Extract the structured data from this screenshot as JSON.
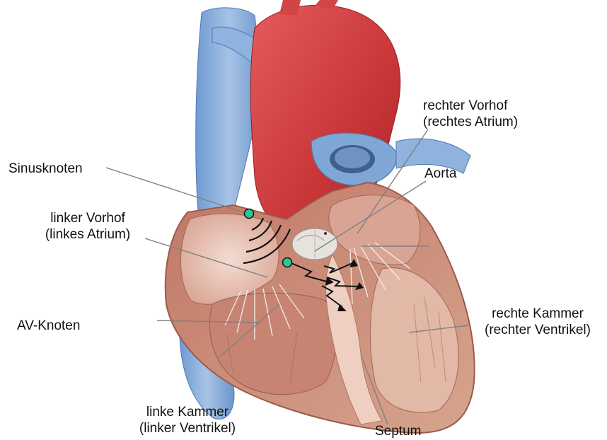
{
  "labels": {
    "right_atrium": [
      "rechter Vorhof",
      "(rechtes Atrium)"
    ],
    "sinus_node": "Sinusknoten",
    "aorta": "Aorta",
    "left_atrium": [
      "linker Vorhof",
      "(linkes Atrium)"
    ],
    "av_node": "AV-Knoten",
    "right_ventricle": [
      "rechte Kammer",
      "(rechter Ventrikel)"
    ],
    "left_ventricle": [
      "linke Kammer",
      "(linker Ventrikel)"
    ],
    "septum": "Septum"
  },
  "colors": {
    "node_marker": "#2fc59a",
    "leader_line": "#808080",
    "vessel_blue": "#7ea7d6",
    "aorta_red": "#d84a4c",
    "myocardium": "#c98a78",
    "interior": "#e9c9bc"
  }
}
